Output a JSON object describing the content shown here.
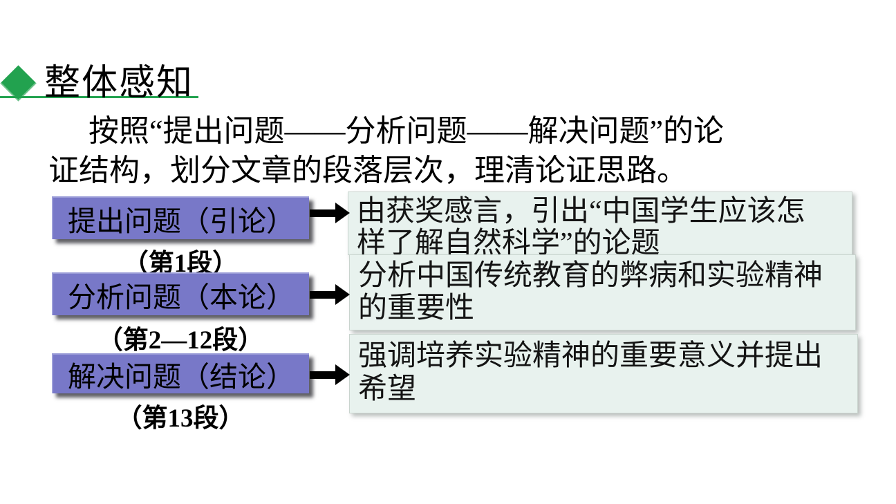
{
  "colors": {
    "accent_green": "#22A24F",
    "purple_box": "#7878C8",
    "desc_box_bg": "#E8F2EE",
    "arrow_color": "#000000"
  },
  "title": "整体感知",
  "intro": {
    "line1": "按照“提出问题——分析问题——解决问题”的论",
    "line2": "证结构，划分文章的段落层次，理清论证思路。"
  },
  "flow": {
    "steps": [
      {
        "label": "提出问题（引论）",
        "paragraph_range": "（第1段）",
        "desc_line1": "由获奖感言，引出“中国学生应该怎",
        "desc_line2": "样了解自然科学”的论题"
      },
      {
        "label": "分析问题（本论）",
        "paragraph_range": "（第2—12段）",
        "desc_line1": "分析中国传统教育的弊病和实验精神",
        "desc_line2": "的重要性"
      },
      {
        "label": "解决问题（结论）",
        "paragraph_range": "（第13段）",
        "desc_line1": "强调培养实验精神的重要意义并提出",
        "desc_line2": "希望"
      }
    ]
  }
}
